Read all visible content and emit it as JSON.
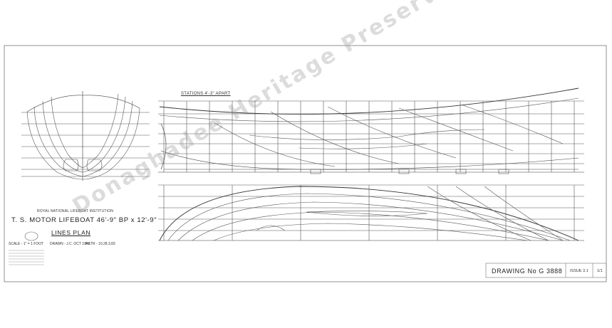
{
  "drawing": {
    "institution": "ROYAL NATIONAL LIFEBOAT INSTITUTION",
    "title": "T. S. MOTOR LIFEBOAT 46'-9\" BP x 12'-9\"",
    "subtitle": "LINES PLAN",
    "scale": "SCALE - 1\" = 1 FOOT",
    "drawn": "DRAWN - J.C. OCT 1946",
    "retraced": "RETR - 10.28.3.83",
    "stations_label": "STATIONS 4'-3\" APART",
    "drawing_number": "DRAWING No G 3888",
    "issue": "ISSUE 3.1",
    "sheet": "1/1"
  },
  "watermark": "Donaghadee Heritage Preservation Company",
  "colors": {
    "line": "#555555",
    "ink": "#222222",
    "watermark": "#9a9a9a"
  }
}
